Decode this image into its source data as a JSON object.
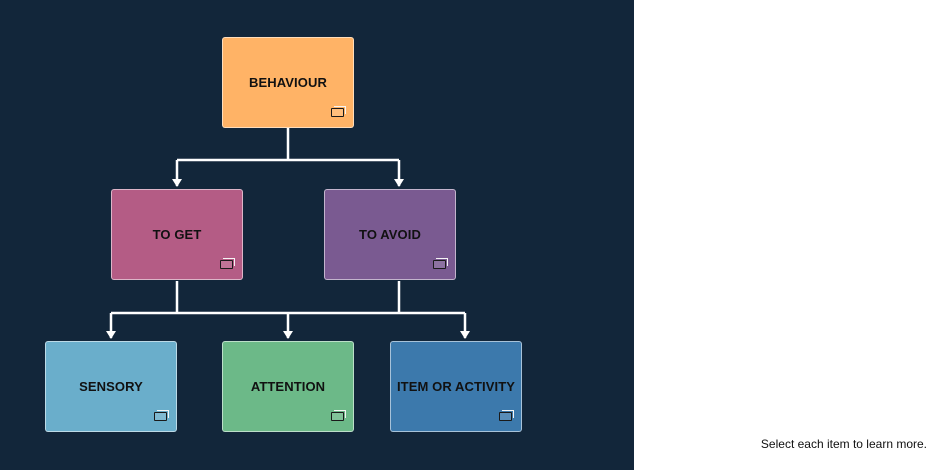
{
  "diagram": {
    "nodes": {
      "behaviour": {
        "label": "BEHAVIOUR",
        "color": "#ffb366"
      },
      "to_get": {
        "label": "TO GET",
        "color": "#b45c85"
      },
      "to_avoid": {
        "label": "TO AVOID",
        "color": "#7a5a91"
      },
      "sensory": {
        "label": "SENSORY",
        "color": "#6aaecb"
      },
      "attention": {
        "label": "ATTENTION",
        "color": "#6cb988"
      },
      "item_or_activity": {
        "label": "ITEM OR ACTIVITY",
        "color": "#3c79ac"
      }
    },
    "icons": {
      "node_expand": "expand-icon"
    },
    "background_color": "#12263a",
    "connector_color": "#ffffff"
  },
  "instruction": {
    "text": "Select each item to learn more."
  }
}
